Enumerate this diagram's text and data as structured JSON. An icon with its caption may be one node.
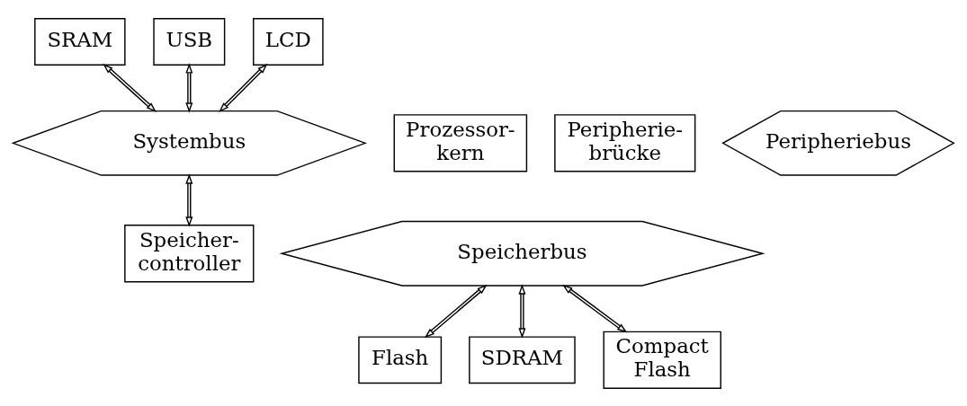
{
  "diagram": {
    "nodes": [
      {
        "text": [
          "SRAM"
        ]
      },
      {
        "text": [
          "USB"
        ]
      },
      {
        "text": [
          "LCD"
        ]
      },
      {
        "text": [
          "Prozessor- kern"
        ]
      },
      {
        "text": [
          "Systembus"
        ]
      },
      {
        "text": [
          "Peripherie- brücke"
        ]
      },
      {
        "text": [
          "Peripheriebus"
        ]
      },
      {
        "text": [
          "Speicher- controller"
        ]
      },
      {
        "text": [
          "Speicherbus"
        ]
      },
      {
        "text": [
          "Flash"
        ]
      },
      {
        "text": [
          "SDRAM"
        ]
      },
      {
        "text": [
          "Compact Flash"
        ]
      }
    ],
    "edges": [
      {
        "from": 0,
        "to": 4,
        "arrow": "both"
      },
      {
        "from": 1,
        "to": 4,
        "arrow": "both"
      },
      {
        "from": 2,
        "to": 4,
        "arrow": "both"
      },
      {
        "from": 4,
        "to": 7,
        "arrow": "both"
      },
      {
        "from": 8,
        "to": 9,
        "arrow": "both"
      },
      {
        "from": 8,
        "to": 10,
        "arrow": "both"
      },
      {
        "from": 8,
        "to": 11,
        "arrow": "both"
      }
    ]
  }
}
